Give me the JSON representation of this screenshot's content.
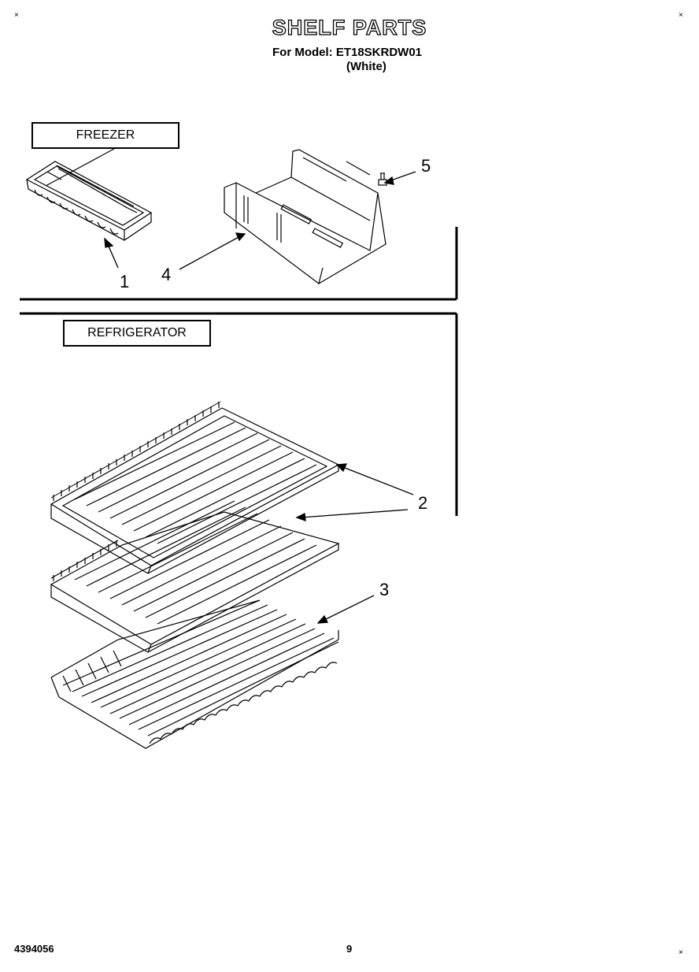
{
  "header": {
    "title": "SHELF PARTS",
    "model_line": "For Model: ET18SKRDW01",
    "color_line": "(White)"
  },
  "sections": {
    "freezer_label": "FREEZER",
    "refrigerator_label": "REFRIGERATOR"
  },
  "callouts": {
    "c1": "1",
    "c2": "2",
    "c3": "3",
    "c4": "4",
    "c5": "5"
  },
  "footer": {
    "doc_number": "4394056",
    "page_number": "9"
  },
  "corner_mark": "×"
}
